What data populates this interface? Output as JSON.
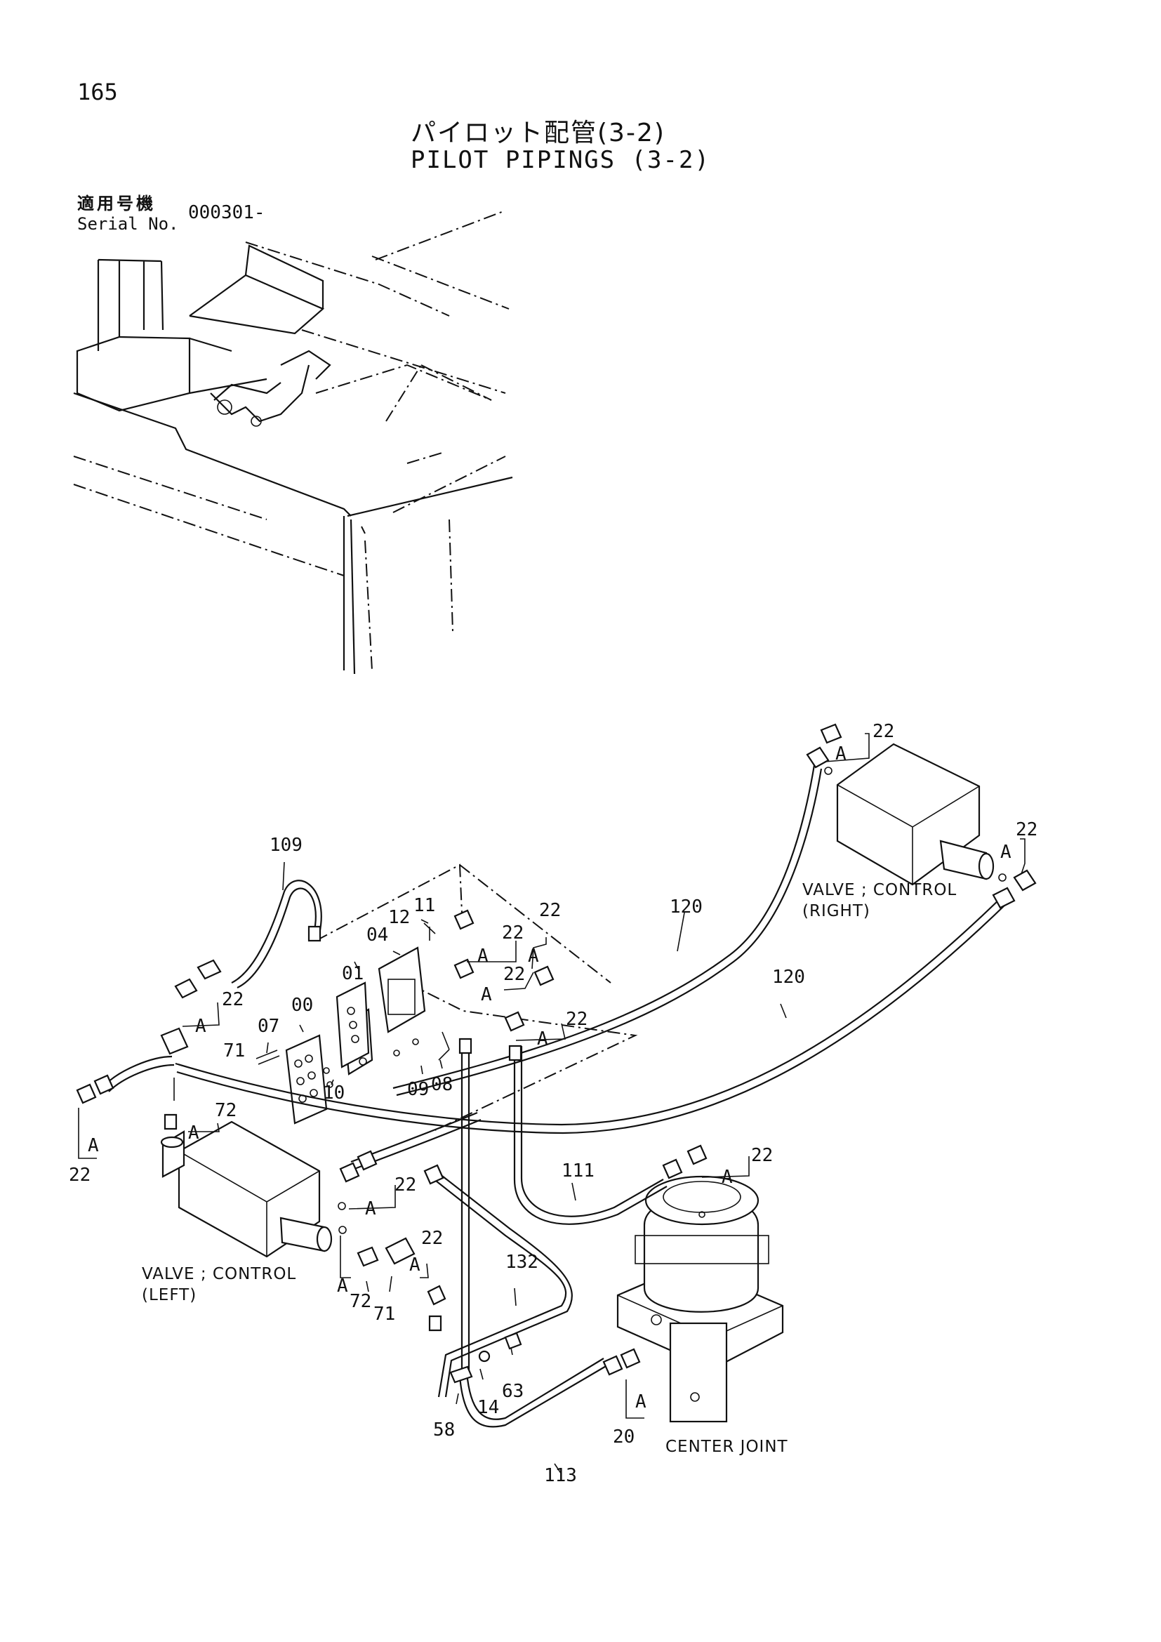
{
  "page_number": "165",
  "title_jp": "パイロット配管(3-2)",
  "title_en": "PILOT PIPINGS (3-2)",
  "serial_label_jp": "適用号機",
  "serial_label_en": "Serial No.",
  "serial_value": "000301-",
  "valve_right": {
    "line1": "VALVE ; CONTROL",
    "line2": "(RIGHT)"
  },
  "valve_left": {
    "line1": "VALVE ; CONTROL",
    "line2": "(LEFT)"
  },
  "center_joint": "CENTER JOINT",
  "parts": {
    "p00": "00",
    "p01": "01",
    "p04": "04",
    "p07": "07",
    "p08": "08",
    "p09": "09",
    "p10": "10",
    "p11": "11",
    "p12": "12",
    "p14": "14",
    "p20": "20",
    "p22": "22",
    "p58": "58",
    "p63": "63",
    "p71": "71",
    "p72": "72",
    "p109": "109",
    "p111": "111",
    "p113": "113",
    "p120": "120",
    "p132": "132"
  },
  "ref_a": "A"
}
